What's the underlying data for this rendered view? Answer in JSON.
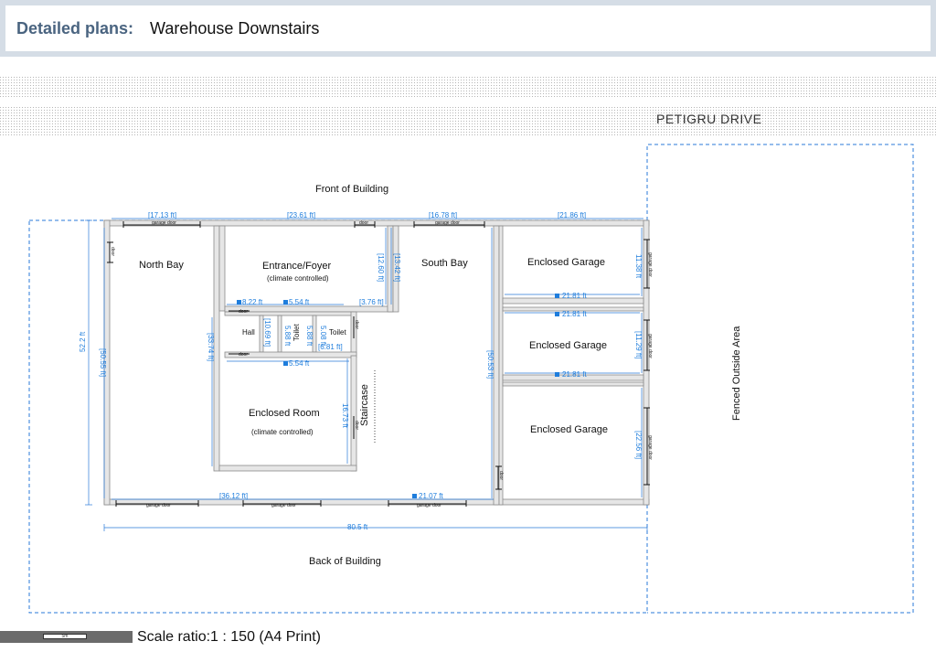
{
  "header": {
    "label": "Detailed plans:",
    "title": "Warehouse Downstairs"
  },
  "street": "PETIGRU DRIVE",
  "front_label": "Front of Building",
  "back_label": "Back of Building",
  "outside_area": "Fenced Outside Area",
  "rooms": {
    "north_bay": "North Bay",
    "entrance": "Entrance/Foyer",
    "entrance_sub": "(climate controlled)",
    "south_bay": "South Bay",
    "garage1": "Enclosed Garage",
    "garage2": "Enclosed Garage",
    "garage3": "Enclosed Garage",
    "hall": "Hall",
    "toilet1": "Toilet",
    "toilet2": "Toilet",
    "enclosed_room": "Enclosed Room",
    "enclosed_room_sub": "(climate controlled)",
    "staircase": "Staircase"
  },
  "dimensions": {
    "d_17_13": "[17.13 ft]",
    "d_23_61": "[23.61 ft]",
    "d_16_78": "[16.78 ft]",
    "d_21_86": "[21.86 ft]",
    "d_12_60": "[12.60 ft]",
    "d_13_42": "[13.42 ft]",
    "d_3_76": "[3.76 ft]",
    "d_8_22": "8.22 ft",
    "d_5_54a": "5.54 ft",
    "d_5_54b": "5.54 ft",
    "d_10_69": "[10.69 ft]",
    "d_5_88a": "5.88 ft",
    "d_5_88b": "5.88 ft",
    "d_5_08": "5.08 ft",
    "d_6_81": "[6.81 ft]",
    "d_33_74": "[33.74 ft]",
    "d_16_73": "16.73 ft",
    "d_50_55": "[50.55 ft]",
    "d_52_2": "52.2 ft",
    "d_50_53": "[50.53 ft]",
    "d_11_38": "11.38 ft",
    "d_21_81a": "21.81 ft",
    "d_21_81b": "21.81 ft",
    "d_21_81c": "21.81 ft",
    "d_11_29": "[11.29 ft]",
    "d_22_56": "[22.56 ft]",
    "d_36_12": "[36.12 ft]",
    "d_21_07": "21.07 ft",
    "d_80_5": "80.5 ft"
  },
  "door_labels": {
    "garage_door": "garage door",
    "door": "door"
  },
  "footer": {
    "scale_unit": "5m",
    "scale_text": "Scale ratio:1 : 150  (A4 Print)"
  },
  "colors": {
    "dimension": "#1e7ddc",
    "wall_fill": "#e6e6e6",
    "wall_stroke": "#8a8a8a",
    "header_label": "#4a6480"
  }
}
